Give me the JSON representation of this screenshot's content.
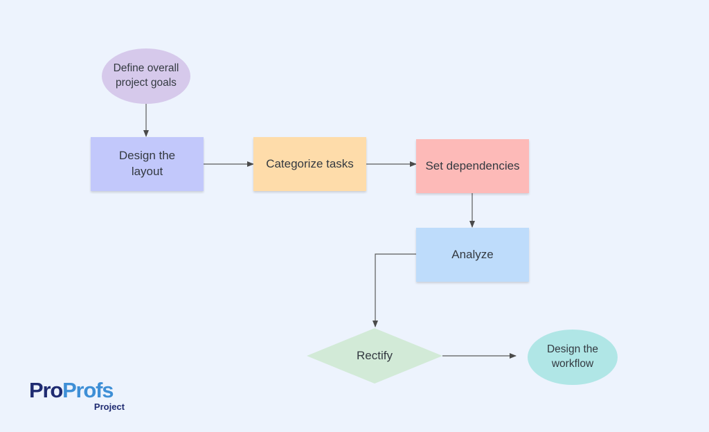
{
  "diagram": {
    "nodes": {
      "define_goals": {
        "label_line1": "Define overall",
        "label_line2": "project goals",
        "color": "#d6c9eb"
      },
      "design_layout": {
        "label_line1": "Design the",
        "label_line2": "layout",
        "color": "#c2c8fb"
      },
      "categorize_tasks": {
        "label": "Categorize tasks",
        "color": "#fedcaa"
      },
      "set_dependencies": {
        "label": "Set dependencies",
        "color": "#fdbab8"
      },
      "analyze": {
        "label": "Analyze",
        "color": "#bedcfb"
      },
      "rectify": {
        "label": "Rectify",
        "color": "#d2ead7"
      },
      "design_workflow": {
        "label_line1": "Design the",
        "label_line2": "workflow",
        "color": "#b0e6e6"
      }
    },
    "edges": [
      {
        "from": "define_goals",
        "to": "design_layout"
      },
      {
        "from": "design_layout",
        "to": "categorize_tasks"
      },
      {
        "from": "categorize_tasks",
        "to": "set_dependencies"
      },
      {
        "from": "set_dependencies",
        "to": "analyze"
      },
      {
        "from": "analyze",
        "to": "rectify"
      },
      {
        "from": "rectify",
        "to": "design_workflow"
      }
    ]
  },
  "logo": {
    "part1": "Pro",
    "part2": "Profs",
    "sub": "Project",
    "color_dark": "#1f2b71",
    "color_light": "#3e8fd6"
  }
}
